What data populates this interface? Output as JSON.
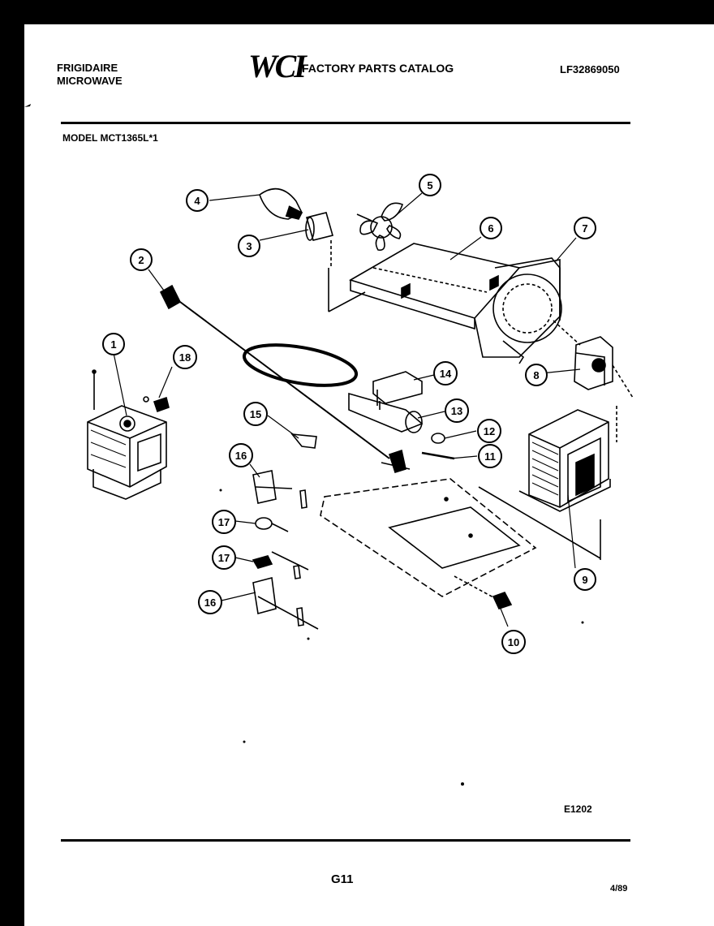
{
  "header": {
    "brand": "FRIGIDAIRE",
    "product": "MICROWAVE",
    "logo": "WCI",
    "catalog_title": "FACTORY PARTS CATALOG",
    "catalog_number": "LF32869050"
  },
  "model_line": "MODEL MCT1365L*1",
  "callouts": [
    "1",
    "2",
    "3",
    "4",
    "5",
    "6",
    "7",
    "8",
    "9",
    "10",
    "11",
    "12",
    "13",
    "14",
    "15",
    "16",
    "17",
    "17",
    "16",
    "18"
  ],
  "figure_code": "E1202",
  "footer": {
    "page": "G11",
    "date": "4/89"
  }
}
